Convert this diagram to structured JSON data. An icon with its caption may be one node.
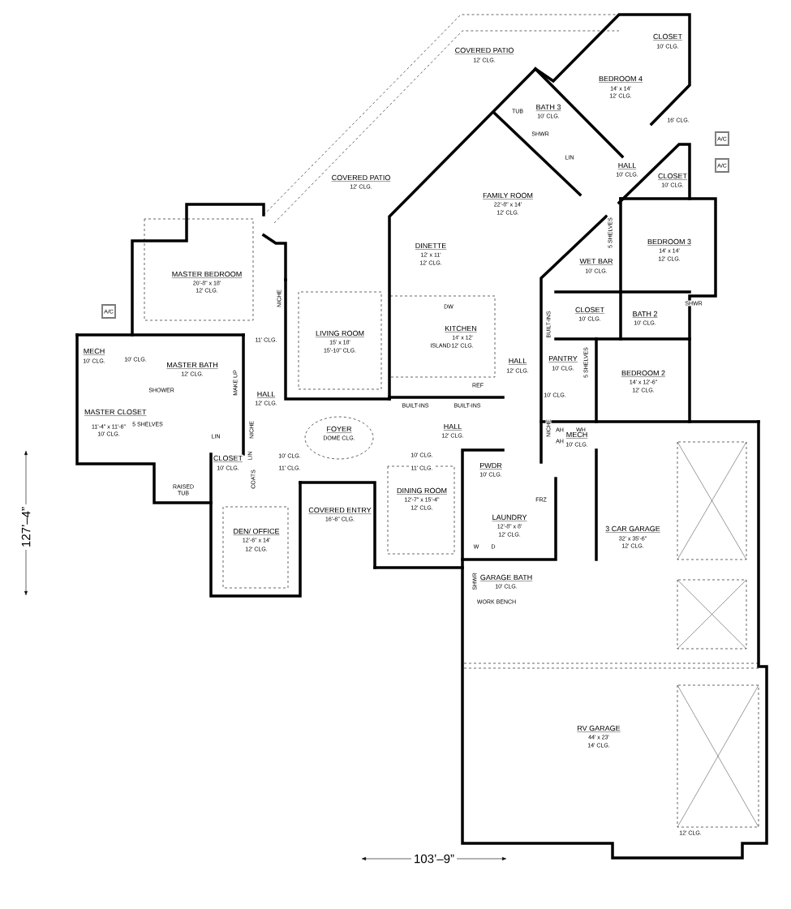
{
  "diagram": {
    "labels": [
      "COVERED PATIO",
      "12' CLG.",
      "CLOSET",
      "10' CLG.",
      "BEDROOM 4",
      "14' x 14'",
      "12' CLG.",
      "BATH 3",
      "10' CLG.",
      "TUB",
      "16' CLG.",
      "A/C",
      "A/C",
      "SHWR",
      "LIN",
      "HALL",
      "10' CLG.",
      "CLOSET",
      "10' CLG.",
      "COVERED PATIO",
      "12' CLG.",
      "FAMILY ROOM",
      "22'-8\" x 14'",
      "12' CLG.",
      "5 SHELVES",
      "BEDROOM 3",
      "14' x 14'",
      "12' CLG.",
      "DINETTE",
      "12' x 11'",
      "12' CLG.",
      "WET BAR",
      "10' CLG.",
      "MASTER BEDROOM",
      "20'-8\" x 18'",
      "12' CLG.",
      "NICHE",
      "A/C",
      "DW",
      "CLOSET",
      "10' CLG.",
      "BATH 2",
      "10' CLG.",
      "SHWR",
      "BUILT-INS",
      "KITCHEN",
      "14' x 12'",
      "12' CLG.",
      "ISLAND",
      "LIVING ROOM",
      "15' x 18'",
      "15'-10\" CLG.",
      "11' CLG.",
      "MECH",
      "10' CLG.",
      "10' CLG.",
      "MASTER BATH",
      "12' CLG.",
      "MAKE UP",
      "PANTRY",
      "10' CLG.",
      "5 SHELVES",
      "HALL",
      "12' CLG.",
      "BEDROOM 2",
      "14' x 12'-6\"",
      "12' CLG.",
      "REF",
      "SHOWER",
      "HALL",
      "12' CLG.",
      "10' CLG.",
      "BUILT-INS",
      "BUILT-INS",
      "MASTER CLOSET",
      "11'-4\" x 11'-6\"",
      "10' CLG.",
      "5 SHELVES",
      "NICHE",
      "NICHE",
      "FOYER",
      "DOME CLG.",
      "HALL",
      "12' CLG.",
      "AH",
      "WH",
      "AH",
      "MECH",
      "10' CLG.",
      "LIN",
      "CLOSET",
      "10' CLG.",
      "10' CLG.",
      "11' CLG.",
      "10' CLG.",
      "11' CLG.",
      "LIN",
      "COATS",
      "PWDR",
      "10' CLG.",
      "RAISED TUB",
      "FRZ",
      "DINING ROOM",
      "12'-7\" x 15'-4\"",
      "12' CLG.",
      "COVERED ENTRY",
      "16'-6\" CLG.",
      "DEN/ OFFICE",
      "12'-6\" x 14'",
      "12' CLG.",
      "LAUNDRY",
      "12'-8\" x 8'",
      "12' CLG.",
      "3 CAR GARAGE",
      "32' x 35'-6\"",
      "W",
      "D",
      "12' CLG.",
      "SHWR",
      "GARAGE BATH",
      "10' CLG.",
      "WORK BENCH",
      "RV GARAGE",
      "44' x 23'",
      "14' CLG.",
      "12' CLG.",
      "127’–4”",
      "103’–9”"
    ]
  }
}
